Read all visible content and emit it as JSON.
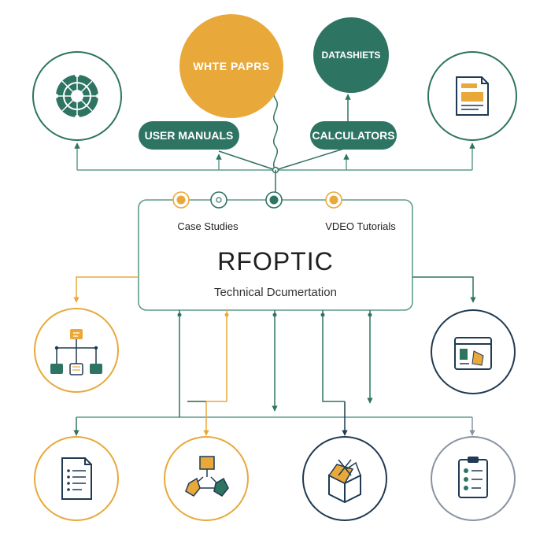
{
  "hub": {
    "title": "RFOPTIC",
    "subtitle": "Technical Dcumertation",
    "case_studies": "Case Studies",
    "video_tutorials": "VDEO Tutorials"
  },
  "top": {
    "white_papers": "WHTE PAPRS",
    "datasheets": "DATASHIETS",
    "user_manuals": "USER MANUALS",
    "calculators": "CALCULATORS"
  },
  "icons": [
    "globe-network-icon",
    "document-report-icon",
    "hierarchy-chart-icon",
    "browser-window-icon",
    "document-list-icon",
    "cube-network-icon",
    "open-box-icon",
    "clipboard-checklist-icon"
  ],
  "colors": {
    "teal": "#2E7462",
    "gold": "#E8A93A",
    "navy": "#1F3A52",
    "grey": "#8A93A3",
    "line": "#5E9C8E"
  }
}
